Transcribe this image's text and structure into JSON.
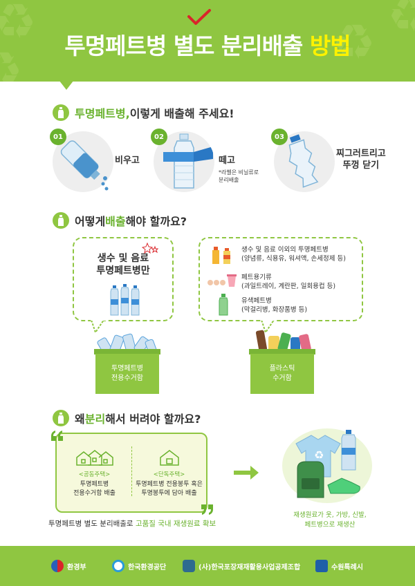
{
  "header": {
    "title_main": "투명페트병 별도 분리배출",
    "title_highlight": "방법"
  },
  "section1": {
    "heading_green": "투명페트병,",
    "heading_rest": " 이렇게 배출해 주세요!",
    "steps": [
      {
        "num": "01",
        "label": "비우고"
      },
      {
        "num": "02",
        "label": "떼고",
        "note_line1": "*라벨은 비닐류로",
        "note_line2": "분리배출"
      },
      {
        "num": "03",
        "label_line1": "찌그러트리고",
        "label_line2": "뚜껑 닫기"
      }
    ]
  },
  "section2": {
    "heading_pre": "어떻게 ",
    "heading_green": "배출",
    "heading_rest": "해야 할까요?",
    "left_bubble_line1": "생수 및 음료",
    "left_bubble_line2": "투명페트병만",
    "right_items": [
      {
        "line1": "생수 및 음료 이외의 투명페트병",
        "line2": "(양념류, 식용유, 워셔액, 손세정제 등)"
      },
      {
        "line1": "페트용기류",
        "line2": "(과일트레이, 계란판, 일회용컵 등)"
      },
      {
        "line1": "유색페트병",
        "line2": "(막걸리병, 화장품병 등)"
      }
    ],
    "bin_left_line1": "투명페트병",
    "bin_left_line2": "전용수거함",
    "bin_right_line1": "플라스틱",
    "bin_right_line2": "수거함"
  },
  "section3": {
    "heading_pre": "왜 ",
    "heading_green": "분리",
    "heading_rest": "해서 버려야 할까요?",
    "apartment_tag": "<공동주택>",
    "apartment_line1": "투명페트병",
    "apartment_line2": "전용수거함 배출",
    "house_tag": "<단독주택>",
    "house_line1": "투명페트병 전용봉투 혹은",
    "house_line2": "투명봉투에 담아 배출",
    "caption_main": "투명페트병 별도 분리배출로 ",
    "caption_green": "고품질 국내 재생원료 확보",
    "right_caption_line1": "재생원료가 옷, 가방, 신발,",
    "right_caption_line2": "페트병으로 재생산"
  },
  "footer": {
    "orgs": [
      "환경부",
      "한국환경공단",
      "(사)한국포장재재활용사업공제조합",
      "수원특례시"
    ]
  },
  "colors": {
    "brand_green": "#8fc641",
    "accent_green": "#6ab22e",
    "title_yellow": "#fff200",
    "check_red": "#d9252a"
  }
}
